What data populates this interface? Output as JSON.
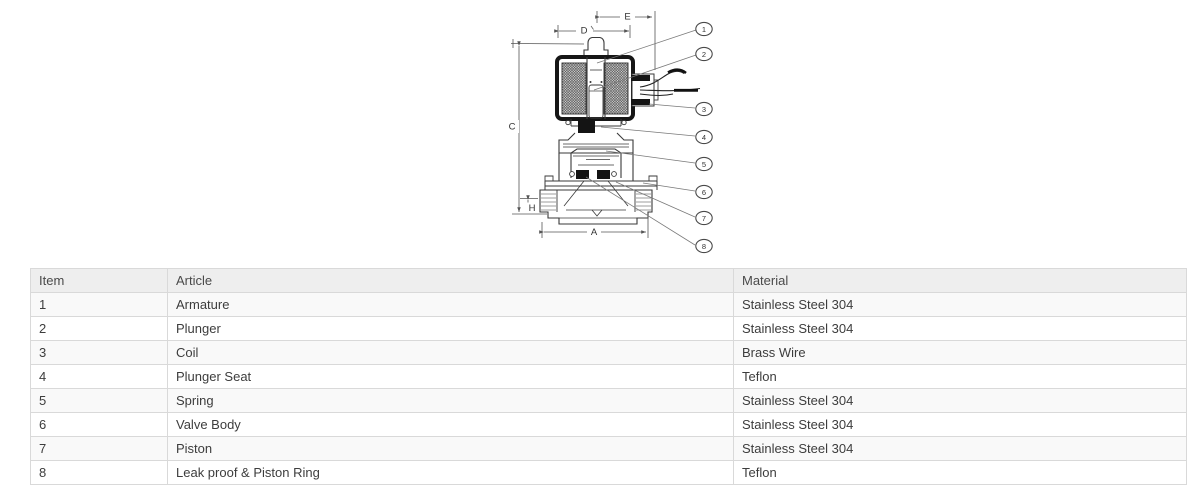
{
  "diagram": {
    "dimensions": {
      "e": "E",
      "d": "D",
      "c": "C",
      "h": "H",
      "a": "A"
    },
    "callouts": [
      {
        "number": "1"
      },
      {
        "number": "2"
      },
      {
        "number": "3"
      },
      {
        "number": "4"
      },
      {
        "number": "5"
      },
      {
        "number": "6"
      },
      {
        "number": "7"
      },
      {
        "number": "8"
      }
    ]
  },
  "table": {
    "headers": {
      "item": "Item",
      "article": "Article",
      "material": "Material"
    },
    "rows": [
      {
        "item": "1",
        "article": "Armature",
        "material": "Stainless Steel 304"
      },
      {
        "item": "2",
        "article": "Plunger",
        "material": "Stainless Steel 304"
      },
      {
        "item": "3",
        "article": "Coil",
        "material": "Brass Wire"
      },
      {
        "item": "4",
        "article": "Plunger Seat",
        "material": "Teflon"
      },
      {
        "item": "5",
        "article": "Spring",
        "material": "Stainless Steel 304"
      },
      {
        "item": "6",
        "article": "Valve Body",
        "material": "Stainless Steel 304"
      },
      {
        "item": "7",
        "article": "Piston",
        "material": "Stainless Steel 304"
      },
      {
        "item": "8",
        "article": "Leak proof & Piston Ring",
        "material": "Teflon"
      }
    ],
    "colors": {
      "header_bg": "#eeeeee",
      "row_alt_bg": "#f9f9f9",
      "border": "#d9d9d9",
      "text": "#3d3d3d"
    }
  }
}
